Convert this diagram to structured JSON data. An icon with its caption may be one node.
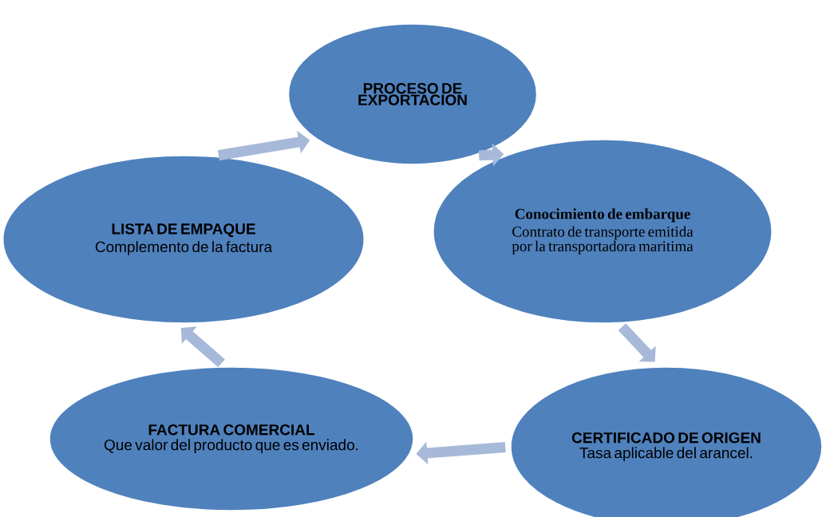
{
  "diagram": {
    "nodes": [
      {
        "text": [
          "PROCESO DE EXPORTACION"
        ]
      },
      {
        "text": [
          "Conocimiento de embarque",
          "Contrato de transporte emitida por la transportadora maritima"
        ]
      },
      {
        "text": [
          "CERTIFICADO DE ORIGEN",
          "Tasa aplicable del arancel."
        ]
      },
      {
        "text": [
          "FACTURA COMERCIAL",
          "Que valor del producto que es enviado."
        ]
      },
      {
        "text": [
          "LISTA DE EMPAQUE",
          "Complemento de la factura"
        ]
      }
    ],
    "edges": [
      {
        "from": 0,
        "to": 1,
        "arrow": "to"
      },
      {
        "from": 1,
        "to": 2,
        "arrow": "to"
      },
      {
        "from": 2,
        "to": 3,
        "arrow": "to"
      },
      {
        "from": 3,
        "to": 4,
        "arrow": "to"
      },
      {
        "from": 4,
        "to": 0,
        "arrow": "to"
      }
    ]
  }
}
